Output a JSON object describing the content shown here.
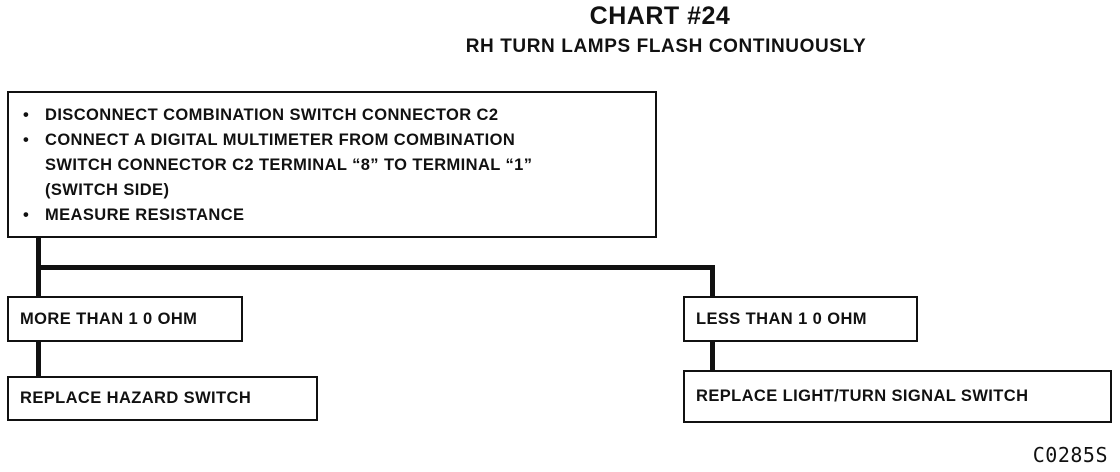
{
  "chart": {
    "title": "CHART #24",
    "subtitle": "RH TURN LAMPS FLASH CONTINUOUSLY"
  },
  "test_box": {
    "steps": [
      {
        "bullet": "•",
        "lines": [
          "DISCONNECT COMBINATION SWITCH CONNECTOR C2"
        ]
      },
      {
        "bullet": "•",
        "lines": [
          "CONNECT A DIGITAL MULTIMETER FROM COMBINATION",
          "SWITCH CONNECTOR C2 TERMINAL “8” TO TERMINAL “1”",
          "(SWITCH SIDE)"
        ]
      },
      {
        "bullet": "•",
        "lines": [
          "MEASURE RESISTANCE"
        ]
      }
    ]
  },
  "branches": {
    "left": {
      "result": "MORE THAN 1 0 OHM",
      "action": "REPLACE HAZARD SWITCH"
    },
    "right": {
      "result": "LESS THAN 1 0 OHM",
      "action": "REPLACE LIGHT/TURN SIGNAL SWITCH"
    }
  },
  "figure_id": "C0285S"
}
